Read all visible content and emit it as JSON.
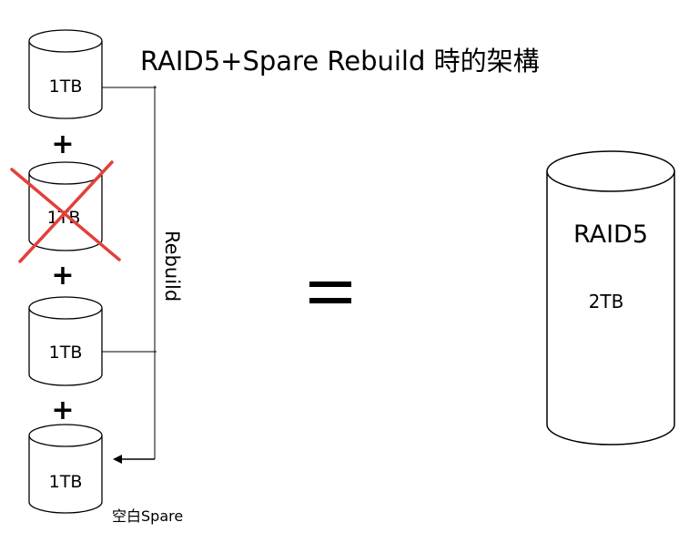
{
  "title": "RAID5+Spare Rebuild 時的架構",
  "disks": [
    {
      "label": "1TB",
      "failed": false
    },
    {
      "label": "1TB",
      "failed": true
    },
    {
      "label": "1TB",
      "failed": false
    },
    {
      "label": "1TB",
      "failed": false
    }
  ],
  "plus_sign": "+",
  "equals_sign": "=",
  "rebuild_label": "Rebuild",
  "spare_label": "空白Spare",
  "result": {
    "name": "RAID5",
    "capacity": "2TB"
  },
  "colors": {
    "stroke": "#000000",
    "failed_cross": "#e3403a",
    "background": "#ffffff"
  }
}
